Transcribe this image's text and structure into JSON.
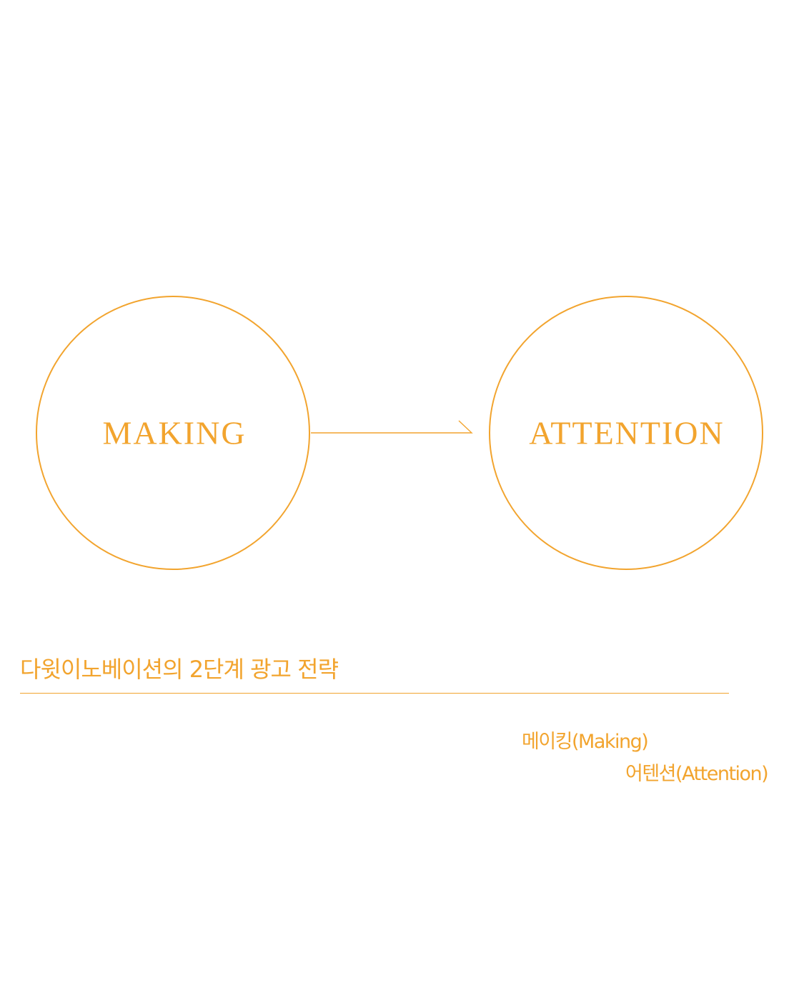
{
  "accent_color": "#F2A42E",
  "diagram": {
    "nodes": [
      {
        "label": "MAKING"
      },
      {
        "label": "ATTENTION"
      }
    ],
    "edges": [
      {
        "from": "MAKING",
        "to": "ATTENTION"
      }
    ]
  },
  "heading": "다윗이노베이션의 2단계 광고 전략",
  "steps": [
    {
      "label": "메이킹(Making)"
    },
    {
      "label": "어텐션(Attention)"
    }
  ]
}
